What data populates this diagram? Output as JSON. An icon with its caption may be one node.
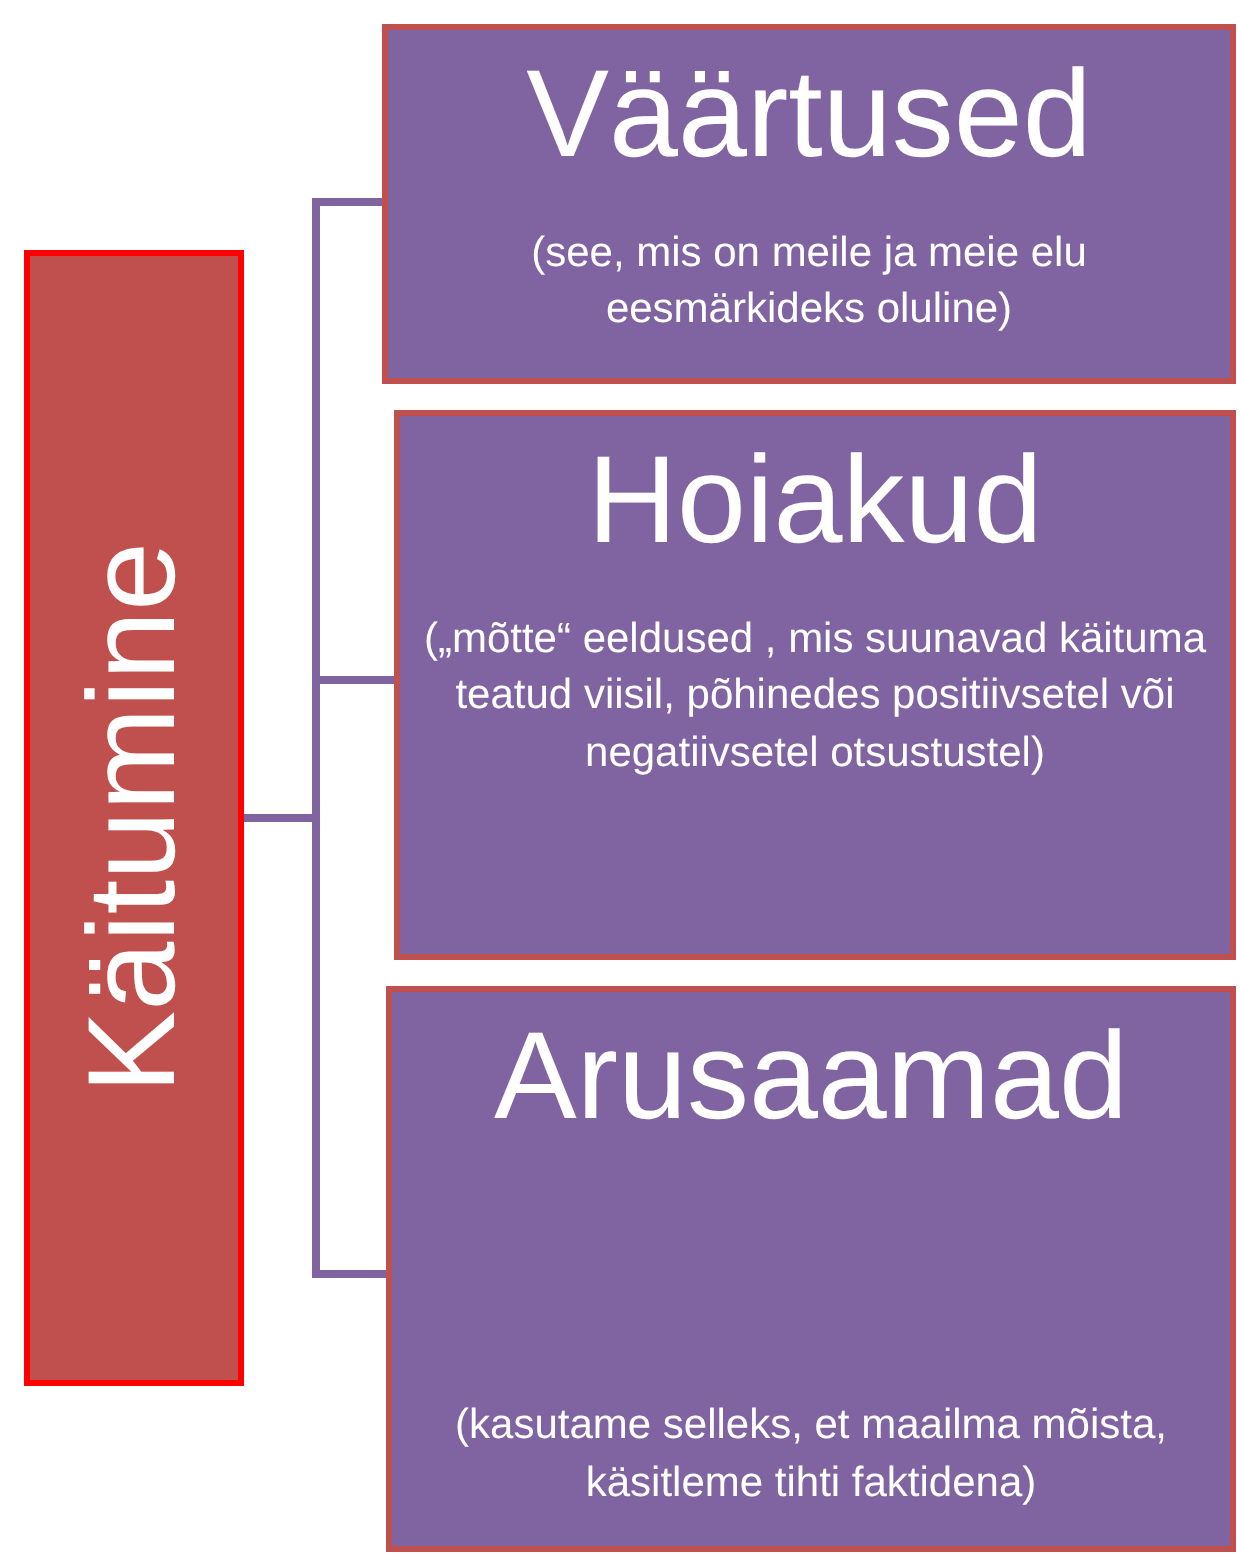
{
  "diagram": {
    "nodes": [
      {
        "text": [
          "Käitumine"
        ]
      },
      {
        "text": [
          "Väärtused",
          "(see, mis on meile ja meie elu eesmärkideks oluline)"
        ]
      },
      {
        "text": [
          "Hoiakud",
          "(„mõtte“ eeldused , mis suunavad käituma teatud viisil, põhinedes positiivsetel või negatiivsetel otsustustel)"
        ]
      },
      {
        "text": [
          "Arusaamad",
          "(kasutame selleks, et maailma mõista, käsitleme tihti faktidena)"
        ]
      }
    ],
    "edges": [
      {
        "from": 0,
        "to": 1,
        "arrow": "none"
      },
      {
        "from": 0,
        "to": 2,
        "arrow": "none"
      },
      {
        "from": 0,
        "to": 3,
        "arrow": "none"
      }
    ]
  }
}
